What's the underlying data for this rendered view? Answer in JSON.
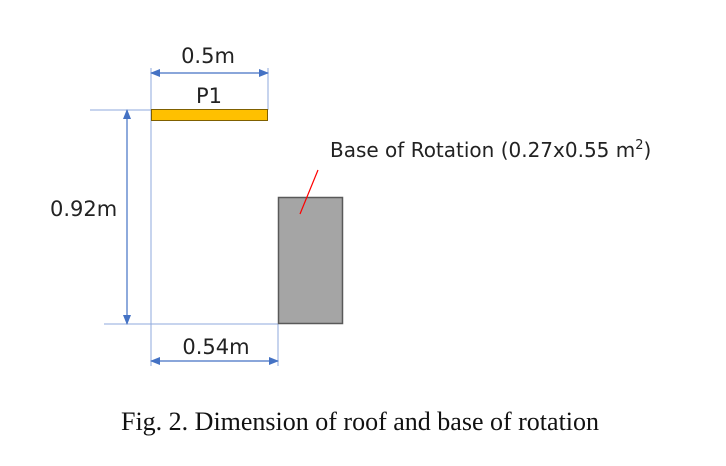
{
  "diagram": {
    "labels": {
      "top_dimension": "0.5m",
      "panel_name": "P1",
      "height_dimension": "0.92m",
      "bottom_dimension": "0.54m",
      "base_label": "Base of Rotation (0.27x0.55 m",
      "base_label_superscript": "2",
      "base_label_close": ")"
    },
    "colors": {
      "dimension_line": "#4472c4",
      "extension_line": "#8faadc",
      "panel_fill": "#ffc000",
      "panel_stroke": "#7f6000",
      "base_fill": "#a5a5a5",
      "base_stroke": "#595959",
      "leader_line": "#ff0000"
    }
  },
  "caption": {
    "text": "Fig. 2. Dimension of roof and base of rotation"
  }
}
